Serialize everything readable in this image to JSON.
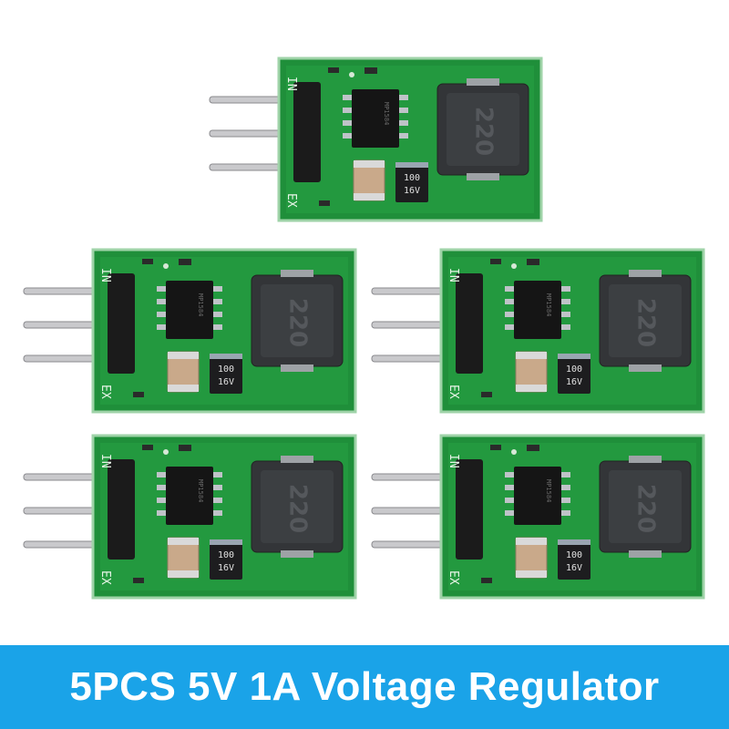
{
  "banner": {
    "text": "5PCS 5V 1A Voltage Regulator"
  },
  "module": {
    "pin_labels": [
      "IN",
      "EX"
    ],
    "ic_marking": "MP1584",
    "capacitor_marking_line1": "100",
    "capacitor_marking_line2": "16V",
    "inductor_marking": "220"
  },
  "colors": {
    "pcb": "#1f8f3a",
    "banner": "#1aa3e8",
    "banner_text": "#ffffff"
  }
}
